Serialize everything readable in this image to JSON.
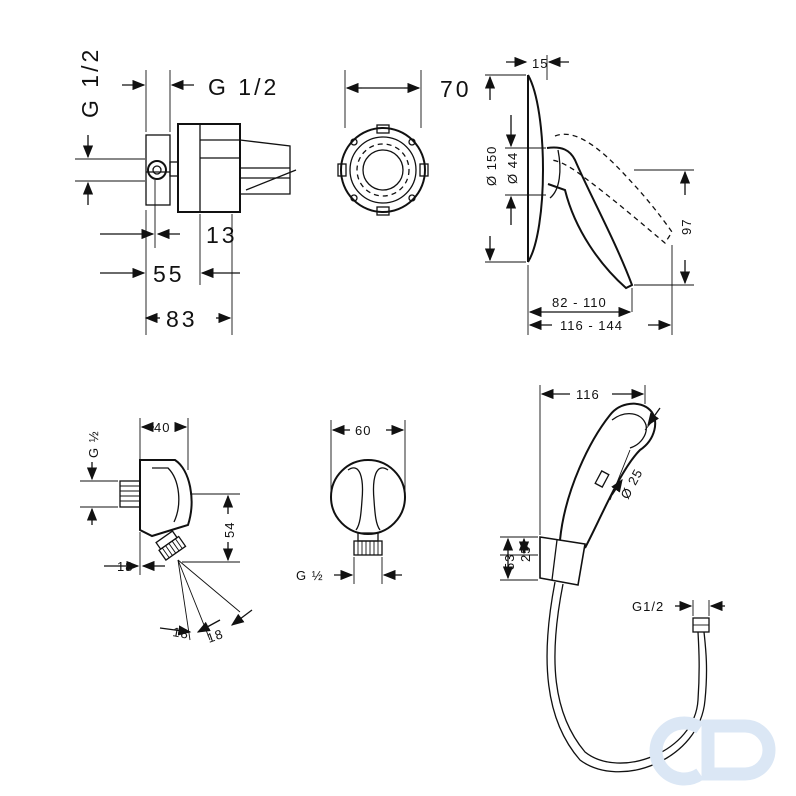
{
  "views": {
    "mixer_side": {
      "dim_thread_vertical": "G 1/2",
      "dim_thread_top": "G 1/2",
      "dim_13": "13",
      "dim_55": "55",
      "dim_83": "83"
    },
    "mixer_front": {
      "dim_70": "70"
    },
    "handle_side": {
      "dim_15": "15",
      "dim_150": "Ø 150",
      "dim_44": "Ø 44",
      "dim_97": "97",
      "dim_82_110": "82 - 110",
      "dim_116_144": "116 - 144"
    },
    "outlet_side": {
      "dim_thread": "G ½",
      "dim_40": "40",
      "dim_54": "54",
      "dim_18_a": "18",
      "dim_18_b": "18",
      "dim_18_c": "18"
    },
    "outlet_front": {
      "dim_60": "60",
      "dim_thread": "G ½"
    },
    "handshower": {
      "dim_116": "116",
      "dim_25": "Ø 25",
      "dim_53": "53",
      "dim_25b": "25",
      "dim_thread": "G1/2"
    }
  },
  "watermark": {
    "icon": "cd-logo-icon",
    "color": "#dbe7f5"
  }
}
